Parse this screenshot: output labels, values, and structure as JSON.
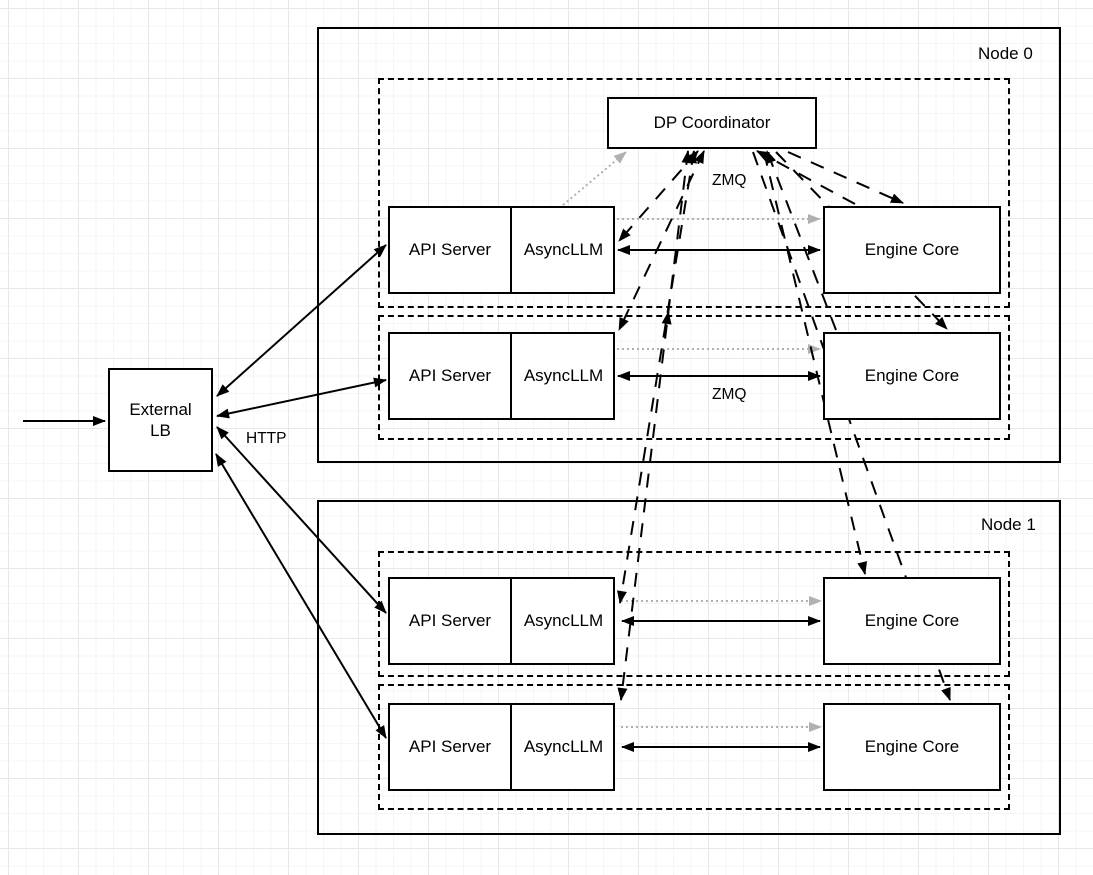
{
  "diagram_title": "",
  "nodes": [
    {
      "label": "Node 0"
    },
    {
      "label": "Node 1"
    }
  ],
  "external_lb": {
    "label": "External\nLB"
  },
  "dp_coordinator": {
    "label": "DP Coordinator"
  },
  "rows": [
    {
      "api": "API Server",
      "async": "AsyncLLM",
      "engine": "Engine Core"
    },
    {
      "api": "API Server",
      "async": "AsyncLLM",
      "engine": "Engine Core"
    },
    {
      "api": "API Server",
      "async": "AsyncLLM",
      "engine": "Engine Core"
    },
    {
      "api": "API Server",
      "async": "AsyncLLM",
      "engine": "Engine Core"
    }
  ],
  "edge_labels": {
    "http": "HTTP",
    "zmq_top": "ZMQ",
    "zmq_bottom": "ZMQ"
  },
  "colors": {
    "line": "#000000",
    "muted_line": "#b0b0b0",
    "box_fill": "#ffffff",
    "box_stroke": "#000000"
  }
}
